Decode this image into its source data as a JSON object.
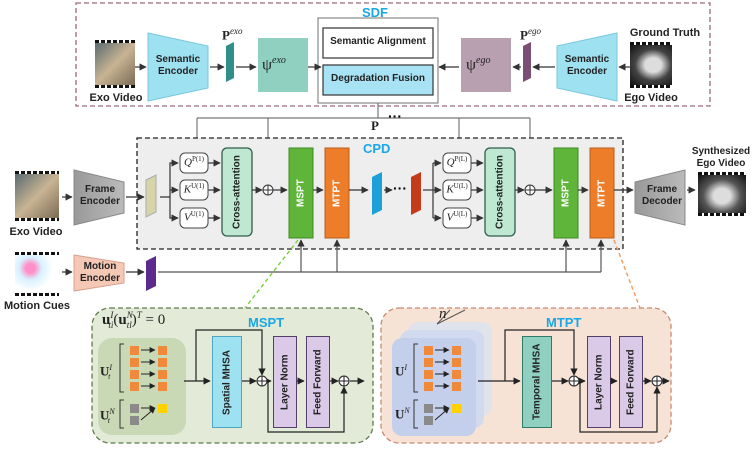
{
  "sdf": {
    "title": "SDF",
    "exo_video": "Exo Video",
    "semantic_encoder_left": "Semantic Encoder",
    "p_exo": "Pexo",
    "psi_exo": "ψexo",
    "semantic_alignment": "Semantic Alignment",
    "degradation_fusion": "Degradation Fusion",
    "psi_ego": "ψego",
    "p_ego": "Pego",
    "semantic_encoder_right": "Semantic Encoder",
    "ground_truth": "Ground Truth",
    "ego_video": "Ego Video"
  },
  "cpd": {
    "title": "CPD",
    "p_label": "P",
    "exo_video": "Exo Video",
    "frame_encoder": "Frame Encoder",
    "q1": "QP(1)",
    "k1": "KU(1)",
    "v1": "VU(1)",
    "cross_attention_1": "Cross-attention",
    "mspt_1": "MSPT",
    "mtpt_1": "MTPT",
    "qL": "QP(L)",
    "kL": "KU(L)",
    "vL": "VU(L)",
    "cross_attention_L": "Cross-attention",
    "mspt_L": "MSPT",
    "mtpt_L": "MTPT",
    "frame_decoder": "Frame Decoder",
    "synthesized_ego_video": "Synthesized Ego Video",
    "motion_cues": "Motion Cues",
    "motion_encoder": "Motion Encoder"
  },
  "mspt": {
    "title": "MSPT",
    "equation": "uIti(uNtl)T = 0",
    "u_i": "UIt",
    "u_n": "UNt",
    "spatial_mhsa": "Spatial MHSA",
    "layer_norm": "Layer Norm",
    "feed_forward": "Feed Forward"
  },
  "mtpt": {
    "title": "MTPT",
    "n_label": "n",
    "u_i": "UI",
    "u_n": "UN",
    "temporal_mhsa": "Temporal MHSA",
    "layer_norm": "Layer Norm",
    "feed_forward": "Feed Forward"
  },
  "colors": {
    "accent_blue": "#1aa7e6",
    "orange": "#f08a3a",
    "green": "#6cc04a",
    "teal": "#8fd0c1",
    "purple": "#d8c7e4",
    "sky": "#9fdcef",
    "yellow": "#ffd200"
  }
}
